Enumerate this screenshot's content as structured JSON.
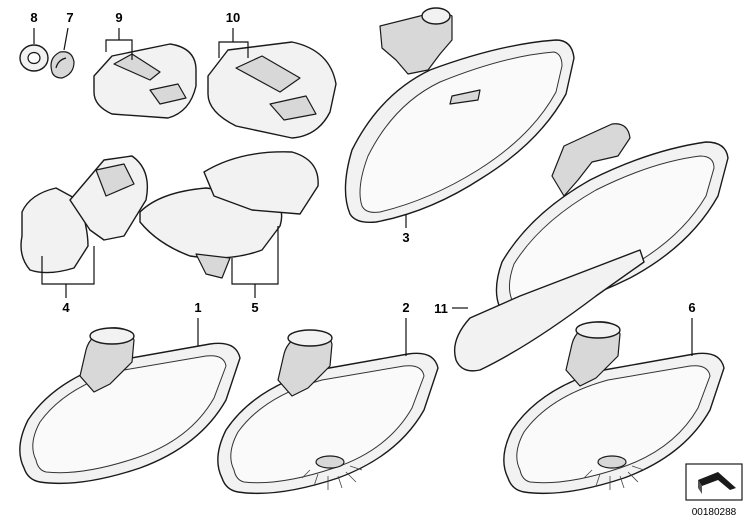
{
  "callouts": {
    "c1": "1",
    "c2": "2",
    "c3": "3",
    "c4": "4",
    "c5": "5",
    "c6": "6",
    "c7": "7",
    "c8": "8",
    "c9": "9",
    "c10": "10",
    "c11": "11"
  },
  "drawing_code": "00180288",
  "colors": {
    "line": "#1a1a1a",
    "fill": "#f2f2f2"
  },
  "icons": {
    "orientation": "arrow-orientation-icon"
  }
}
